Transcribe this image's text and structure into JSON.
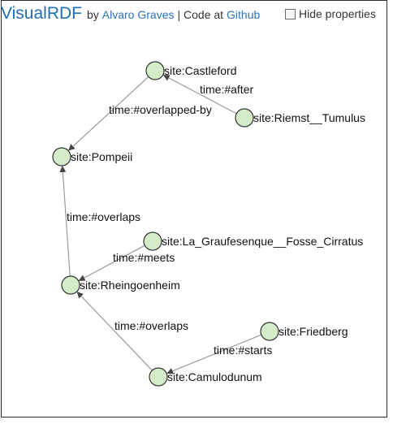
{
  "header": {
    "brand": "VisualRDF",
    "by_text": "by",
    "author_link": "Alvaro Graves",
    "separator": "| Code at",
    "github_link": "Github",
    "hide_properties_label": "Hide properties",
    "hide_properties_checked": false
  },
  "graph": {
    "node_fill": "#d4ecc8",
    "edge_color": "#9a9a9a",
    "nodes": [
      {
        "id": "castleford",
        "label": "site:Castleford"
      },
      {
        "id": "riemst",
        "label": "site:Riemst__Tumulus"
      },
      {
        "id": "pompeii",
        "label": "site:Pompeii"
      },
      {
        "id": "graufesenque",
        "label": "site:La_Graufesenque__Fosse_Cirratus"
      },
      {
        "id": "rheingoenheim",
        "label": "site:Rheingoenheim"
      },
      {
        "id": "friedberg",
        "label": "site:Friedberg"
      },
      {
        "id": "camulodunum",
        "label": "site:Camulodunum"
      }
    ],
    "edges": [
      {
        "id": "e1",
        "source": "riemst",
        "target": "castleford",
        "label": "time:#after"
      },
      {
        "id": "e2",
        "source": "castleford",
        "target": "pompeii",
        "label": "time:#overlapped-by"
      },
      {
        "id": "e3",
        "source": "rheingoenheim",
        "target": "pompeii",
        "label": "time:#overlaps"
      },
      {
        "id": "e4",
        "source": "graufesenque",
        "target": "rheingoenheim",
        "label": "time:#meets"
      },
      {
        "id": "e5",
        "source": "camulodunum",
        "target": "rheingoenheim",
        "label": "time:#overlaps"
      },
      {
        "id": "e6",
        "source": "friedberg",
        "target": "camulodunum",
        "label": "time:#starts"
      }
    ]
  }
}
